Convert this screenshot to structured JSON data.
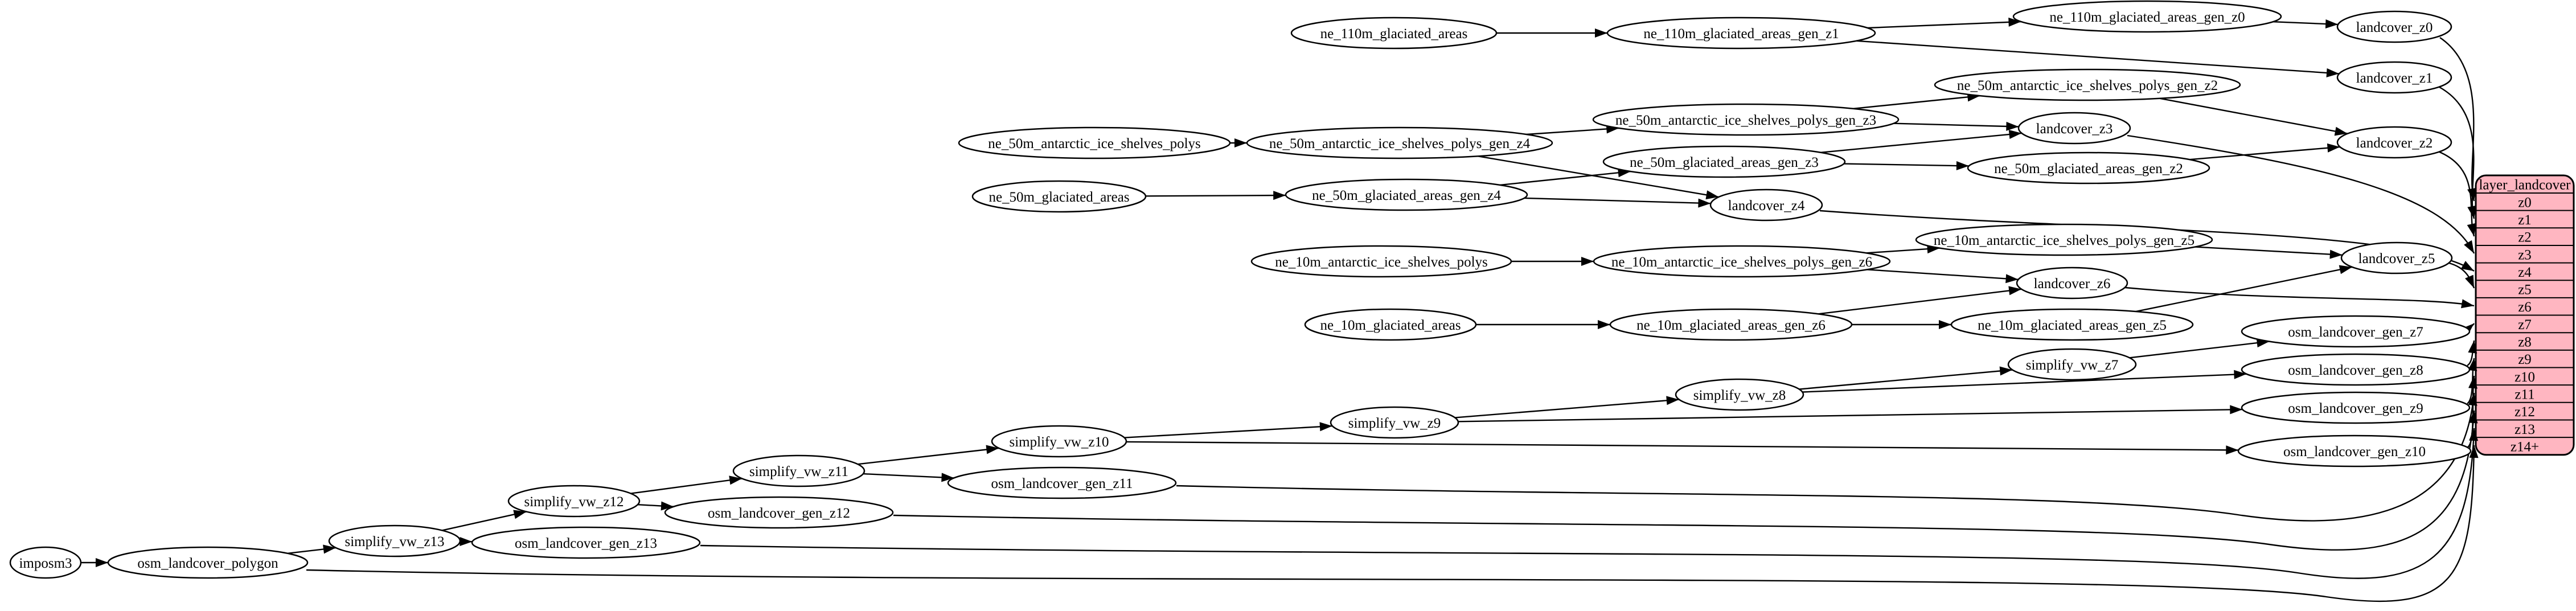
{
  "diagram": {
    "background_color": "#ffffff",
    "node_fill": "#ffffff",
    "node_stroke": "#000000",
    "edge_color": "#000000",
    "table": {
      "title": "layer_landcover",
      "fill": "#ffb6c1",
      "stroke": "#000000",
      "rows": [
        "z0",
        "z1",
        "z2",
        "z3",
        "z4",
        "z5",
        "z6",
        "z7",
        "z8",
        "z9",
        "z10",
        "z11",
        "z12",
        "z13",
        "z14+"
      ]
    },
    "nodes": [
      {
        "id": "imposm3",
        "label": "imposm3"
      },
      {
        "id": "osm_landcover_polygon",
        "label": "osm_landcover_polygon"
      },
      {
        "id": "simplify_vw_z13",
        "label": "simplify_vw_z13"
      },
      {
        "id": "osm_landcover_gen_z13",
        "label": "osm_landcover_gen_z13"
      },
      {
        "id": "simplify_vw_z12",
        "label": "simplify_vw_z12"
      },
      {
        "id": "osm_landcover_gen_z12",
        "label": "osm_landcover_gen_z12"
      },
      {
        "id": "simplify_vw_z11",
        "label": "simplify_vw_z11"
      },
      {
        "id": "osm_landcover_gen_z11",
        "label": "osm_landcover_gen_z11"
      },
      {
        "id": "simplify_vw_z10",
        "label": "simplify_vw_z10"
      },
      {
        "id": "simplify_vw_z9",
        "label": "simplify_vw_z9"
      },
      {
        "id": "simplify_vw_z8",
        "label": "simplify_vw_z8"
      },
      {
        "id": "simplify_vw_z7",
        "label": "simplify_vw_z7"
      },
      {
        "id": "osm_landcover_gen_z7",
        "label": "osm_landcover_gen_z7"
      },
      {
        "id": "osm_landcover_gen_z8",
        "label": "osm_landcover_gen_z8"
      },
      {
        "id": "osm_landcover_gen_z9",
        "label": "osm_landcover_gen_z9"
      },
      {
        "id": "osm_landcover_gen_z10",
        "label": "osm_landcover_gen_z10"
      },
      {
        "id": "ne_110m_glaciated_areas",
        "label": "ne_110m_glaciated_areas"
      },
      {
        "id": "ne_110m_glaciated_areas_gen_z1",
        "label": "ne_110m_glaciated_areas_gen_z1"
      },
      {
        "id": "ne_110m_glaciated_areas_gen_z0",
        "label": "ne_110m_glaciated_areas_gen_z0"
      },
      {
        "id": "landcover_z0",
        "label": "landcover_z0"
      },
      {
        "id": "landcover_z1",
        "label": "landcover_z1"
      },
      {
        "id": "landcover_z2",
        "label": "landcover_z2"
      },
      {
        "id": "ne_50m_antarctic_ice_shelves_polys",
        "label": "ne_50m_antarctic_ice_shelves_polys"
      },
      {
        "id": "ne_50m_antarctic_ice_shelves_polys_gen_z4",
        "label": "ne_50m_antarctic_ice_shelves_polys_gen_z4"
      },
      {
        "id": "ne_50m_antarctic_ice_shelves_polys_gen_z3",
        "label": "ne_50m_antarctic_ice_shelves_polys_gen_z3"
      },
      {
        "id": "ne_50m_antarctic_ice_shelves_polys_gen_z2",
        "label": "ne_50m_antarctic_ice_shelves_polys_gen_z2"
      },
      {
        "id": "landcover_z3",
        "label": "landcover_z3"
      },
      {
        "id": "landcover_z4",
        "label": "landcover_z4"
      },
      {
        "id": "ne_50m_glaciated_areas",
        "label": "ne_50m_glaciated_areas"
      },
      {
        "id": "ne_50m_glaciated_areas_gen_z4",
        "label": "ne_50m_glaciated_areas_gen_z4"
      },
      {
        "id": "ne_50m_glaciated_areas_gen_z3",
        "label": "ne_50m_glaciated_areas_gen_z3"
      },
      {
        "id": "ne_50m_glaciated_areas_gen_z2",
        "label": "ne_50m_glaciated_areas_gen_z2"
      },
      {
        "id": "ne_10m_antarctic_ice_shelves_polys",
        "label": "ne_10m_antarctic_ice_shelves_polys"
      },
      {
        "id": "ne_10m_antarctic_ice_shelves_polys_gen_z6",
        "label": "ne_10m_antarctic_ice_shelves_polys_gen_z6"
      },
      {
        "id": "ne_10m_antarctic_ice_shelves_polys_gen_z5",
        "label": "ne_10m_antarctic_ice_shelves_polys_gen_z5"
      },
      {
        "id": "landcover_z5",
        "label": "landcover_z5"
      },
      {
        "id": "landcover_z6",
        "label": "landcover_z6"
      },
      {
        "id": "ne_10m_glaciated_areas",
        "label": "ne_10m_glaciated_areas"
      },
      {
        "id": "ne_10m_glaciated_areas_gen_z6",
        "label": "ne_10m_glaciated_areas_gen_z6"
      },
      {
        "id": "ne_10m_glaciated_areas_gen_z5",
        "label": "ne_10m_glaciated_areas_gen_z5"
      }
    ],
    "edges": [
      {
        "from": "ne_110m_glaciated_areas",
        "to": "ne_110m_glaciated_areas_gen_z1"
      },
      {
        "from": "ne_110m_glaciated_areas_gen_z1",
        "to": "ne_110m_glaciated_areas_gen_z0"
      },
      {
        "from": "ne_110m_glaciated_areas_gen_z1",
        "to": "landcover_z1"
      },
      {
        "from": "ne_110m_glaciated_areas_gen_z0",
        "to": "landcover_z0"
      },
      {
        "from": "landcover_z0",
        "to": "z0"
      },
      {
        "from": "landcover_z1",
        "to": "z1"
      },
      {
        "from": "ne_50m_antarctic_ice_shelves_polys",
        "to": "ne_50m_antarctic_ice_shelves_polys_gen_z4"
      },
      {
        "from": "ne_50m_antarctic_ice_shelves_polys_gen_z4",
        "to": "ne_50m_antarctic_ice_shelves_polys_gen_z3"
      },
      {
        "from": "ne_50m_antarctic_ice_shelves_polys_gen_z4",
        "to": "landcover_z4"
      },
      {
        "from": "ne_50m_antarctic_ice_shelves_polys_gen_z3",
        "to": "ne_50m_antarctic_ice_shelves_polys_gen_z2"
      },
      {
        "from": "ne_50m_antarctic_ice_shelves_polys_gen_z3",
        "to": "landcover_z3"
      },
      {
        "from": "ne_50m_antarctic_ice_shelves_polys_gen_z2",
        "to": "landcover_z2"
      },
      {
        "from": "ne_50m_glaciated_areas",
        "to": "ne_50m_glaciated_areas_gen_z4"
      },
      {
        "from": "ne_50m_glaciated_areas_gen_z4",
        "to": "ne_50m_glaciated_areas_gen_z3"
      },
      {
        "from": "ne_50m_glaciated_areas_gen_z4",
        "to": "landcover_z4"
      },
      {
        "from": "ne_50m_glaciated_areas_gen_z3",
        "to": "landcover_z3"
      },
      {
        "from": "ne_50m_glaciated_areas_gen_z3",
        "to": "ne_50m_glaciated_areas_gen_z2"
      },
      {
        "from": "ne_50m_glaciated_areas_gen_z2",
        "to": "landcover_z2"
      },
      {
        "from": "landcover_z2",
        "to": "z2"
      },
      {
        "from": "landcover_z3",
        "to": "z3"
      },
      {
        "from": "landcover_z4",
        "to": "z4"
      },
      {
        "from": "ne_10m_antarctic_ice_shelves_polys",
        "to": "ne_10m_antarctic_ice_shelves_polys_gen_z6"
      },
      {
        "from": "ne_10m_antarctic_ice_shelves_polys_gen_z6",
        "to": "ne_10m_antarctic_ice_shelves_polys_gen_z5"
      },
      {
        "from": "ne_10m_antarctic_ice_shelves_polys_gen_z6",
        "to": "landcover_z6"
      },
      {
        "from": "ne_10m_antarctic_ice_shelves_polys_gen_z5",
        "to": "landcover_z5"
      },
      {
        "from": "ne_10m_glaciated_areas",
        "to": "ne_10m_glaciated_areas_gen_z6"
      },
      {
        "from": "ne_10m_glaciated_areas_gen_z6",
        "to": "ne_10m_glaciated_areas_gen_z5"
      },
      {
        "from": "ne_10m_glaciated_areas_gen_z6",
        "to": "landcover_z6"
      },
      {
        "from": "ne_10m_glaciated_areas_gen_z5",
        "to": "landcover_z5"
      },
      {
        "from": "landcover_z5",
        "to": "z5"
      },
      {
        "from": "landcover_z6",
        "to": "z6"
      },
      {
        "from": "imposm3",
        "to": "osm_landcover_polygon"
      },
      {
        "from": "osm_landcover_polygon",
        "to": "simplify_vw_z13"
      },
      {
        "from": "osm_landcover_polygon",
        "to": "z14plus"
      },
      {
        "from": "simplify_vw_z13",
        "to": "simplify_vw_z12"
      },
      {
        "from": "simplify_vw_z13",
        "to": "osm_landcover_gen_z13"
      },
      {
        "from": "osm_landcover_gen_z13",
        "to": "z13"
      },
      {
        "from": "simplify_vw_z12",
        "to": "simplify_vw_z11"
      },
      {
        "from": "simplify_vw_z12",
        "to": "osm_landcover_gen_z12"
      },
      {
        "from": "osm_landcover_gen_z12",
        "to": "z12"
      },
      {
        "from": "simplify_vw_z11",
        "to": "simplify_vw_z10"
      },
      {
        "from": "simplify_vw_z11",
        "to": "osm_landcover_gen_z11"
      },
      {
        "from": "osm_landcover_gen_z11",
        "to": "z11"
      },
      {
        "from": "simplify_vw_z10",
        "to": "simplify_vw_z9"
      },
      {
        "from": "simplify_vw_z10",
        "to": "osm_landcover_gen_z10"
      },
      {
        "from": "osm_landcover_gen_z10",
        "to": "z10"
      },
      {
        "from": "simplify_vw_z9",
        "to": "simplify_vw_z8"
      },
      {
        "from": "simplify_vw_z9",
        "to": "osm_landcover_gen_z9"
      },
      {
        "from": "osm_landcover_gen_z9",
        "to": "z9"
      },
      {
        "from": "simplify_vw_z8",
        "to": "simplify_vw_z7"
      },
      {
        "from": "simplify_vw_z8",
        "to": "osm_landcover_gen_z8"
      },
      {
        "from": "osm_landcover_gen_z8",
        "to": "z8"
      },
      {
        "from": "simplify_vw_z7",
        "to": "osm_landcover_gen_z7"
      },
      {
        "from": "osm_landcover_gen_z7",
        "to": "z7"
      }
    ]
  }
}
